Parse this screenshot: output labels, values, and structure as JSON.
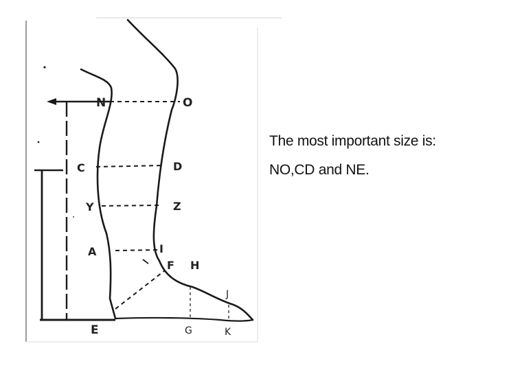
{
  "diagram": {
    "point_labels": {
      "N": "N",
      "O": "O",
      "C": "C",
      "D": "D",
      "Y": "Y",
      "Z": "Z",
      "A": "A",
      "I": "I",
      "F": "F",
      "H": "H",
      "J": "J",
      "E": "E",
      "G": "G",
      "K": "K"
    }
  },
  "note": {
    "line1": "The most important size is:",
    "line2": "NO,CD and  NE."
  },
  "colors": {
    "ink": "#1a1a1a",
    "border": "#d8d8d8"
  }
}
